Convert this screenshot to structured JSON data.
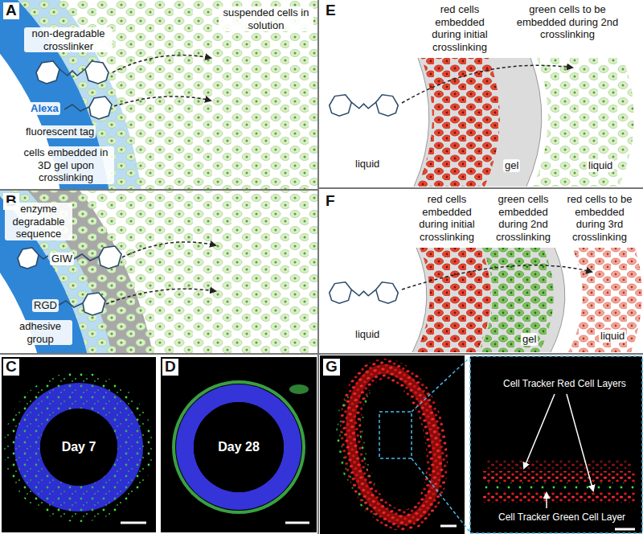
{
  "diagram": {
    "nodes": [
      {
        "text": [
          "Day 7"
        ]
      },
      {
        "text": [
          "Day 28"
        ]
      }
    ],
    "labels": [
      "A",
      "non-degradable crosslinker",
      "suspended cells in solution",
      "Alexa",
      "fluorescent tag",
      "cells embedded in 3D gel upon crosslinking",
      "B",
      "enzyme degradable sequence",
      "GIW",
      "RGD",
      "adhesive group",
      "C",
      "D",
      "E",
      "red cells embedded during initial crosslinking",
      "green cells to be embedded during 2nd crosslinking",
      "liquid",
      "gel",
      "liquid",
      "F",
      "red cells embedded during initial crosslinking",
      "green cells embedded during 2nd crosslinking",
      "red cells to be embedded during 3rd crosslinking",
      "liquid",
      "gel",
      "liquid",
      "G",
      "Cell Tracker Red Cell Layers",
      "Cell Tracker Green Cell Layer"
    ]
  }
}
